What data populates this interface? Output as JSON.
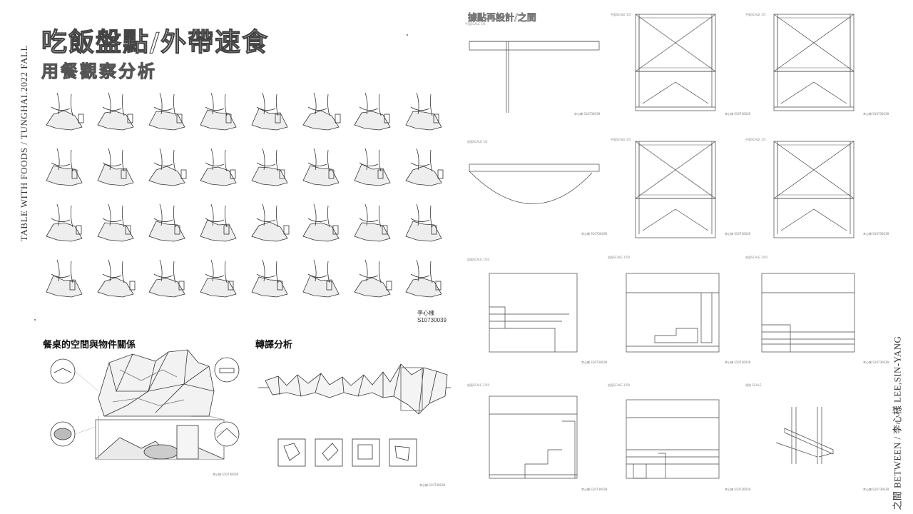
{
  "side_left_text": "TABLE WITH FOODS / TUNGHAI.2022 FALL",
  "side_right_text": "之間 BETWEEN / 李心樣 LEE,SIN-YANG",
  "left_panel": {
    "title_main": "吃飯盤點/外帶速食",
    "title_sub": "用餐觀察分析",
    "student_id": "李心樣 S10730039",
    "section_left": "餐桌的空間與物件關係",
    "section_right": "轉譯分析",
    "small_id_1": "李心樣 S10730039",
    "small_id_2": "李心樣 S10730039"
  },
  "right_panel": {
    "title": "據點再設計/之間",
    "sheet_labels": [
      "平面SCALE 1/5",
      "平面SCALE 1/5",
      "平面SCALE 1/5",
      "剖面SCALE 1/5",
      "平面SCALE 1/5",
      "平面SCALE 1/5",
      "剖面SCALE 1/50",
      "剖面SCALE 1/50",
      "剖面SCALE 1/50",
      "剖面SCALE 1/50",
      "剖面SCALE 1/50",
      "透視 SCALE"
    ],
    "sheet_ids": "李心樣 S10730039"
  }
}
